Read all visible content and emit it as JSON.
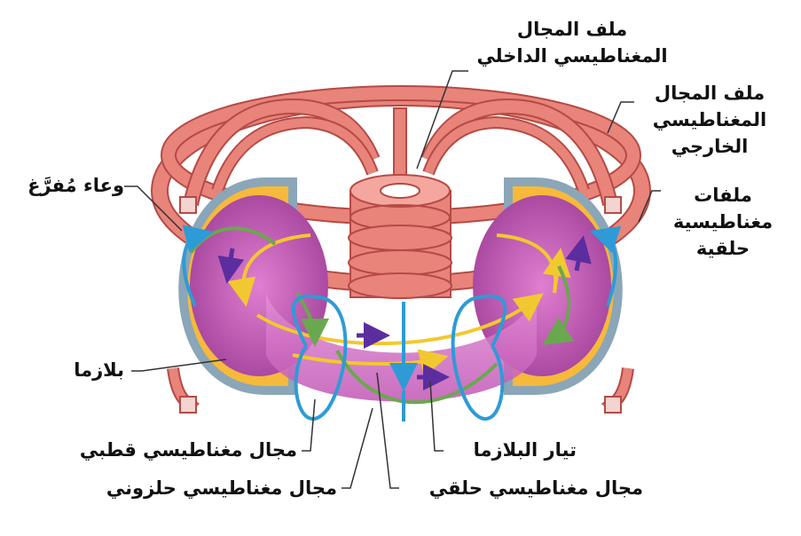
{
  "labels": {
    "inner_coil": [
      "ملف المجال",
      "المغناطيسي الداخلي"
    ],
    "outer_coil": [
      "ملف المجال",
      "المغناطيسي",
      "الخارجي"
    ],
    "toroidal_coils": [
      "ملفات",
      "مغناطيسية",
      "حلقية"
    ],
    "vacuum_vessel": "وعاء مُفرَّغ",
    "plasma": "بلازما",
    "poloidal_field": "مجال مغناطيسي قطبي",
    "helical_field": "مجال مغناطيسي حلزوني",
    "toroidal_field": "مجال مغناطيسي حلقي",
    "plasma_current": "تيار البلازما"
  },
  "colors": {
    "coil": "#e8847a",
    "coil_dark": "#b54a45",
    "vessel": "#8aa6b8",
    "plasma": "#c65fb8",
    "poloidal_arrow": "#2e9bd6",
    "helical_arrow": "#6aa84f",
    "toroidal_arrow": "#f2c830",
    "current_arrow": "#5b2d9e"
  }
}
